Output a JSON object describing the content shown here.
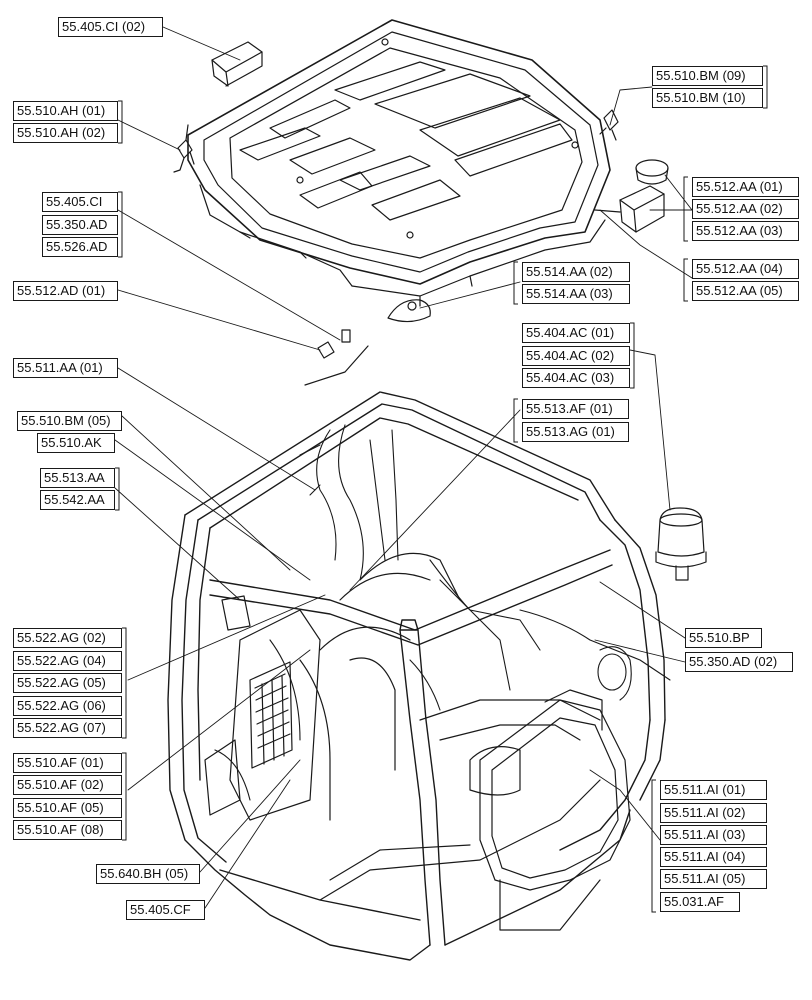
{
  "diagram": {
    "callouts": [
      {
        "id": "c01",
        "label": "55.405.CI (02)"
      },
      {
        "id": "c02",
        "label": "55.510.AH (01)"
      },
      {
        "id": "c03",
        "label": "55.510.AH (02)"
      },
      {
        "id": "c04",
        "label": "55.405.CI"
      },
      {
        "id": "c05",
        "label": "55.350.AD"
      },
      {
        "id": "c06",
        "label": "55.526.AD"
      },
      {
        "id": "c07",
        "label": "55.512.AD (01)"
      },
      {
        "id": "c08",
        "label": "55.511.AA (01)"
      },
      {
        "id": "c09",
        "label": "55.510.BM (05)"
      },
      {
        "id": "c10",
        "label": "55.510.AK"
      },
      {
        "id": "c11",
        "label": "55.513.AA"
      },
      {
        "id": "c12",
        "label": "55.542.AA"
      },
      {
        "id": "c13",
        "label": "55.522.AG (02)"
      },
      {
        "id": "c14",
        "label": "55.522.AG (04)"
      },
      {
        "id": "c15",
        "label": "55.522.AG (05)"
      },
      {
        "id": "c16",
        "label": "55.522.AG (06)"
      },
      {
        "id": "c17",
        "label": "55.522.AG (07)"
      },
      {
        "id": "c18",
        "label": "55.510.AF (01)"
      },
      {
        "id": "c19",
        "label": "55.510.AF (02)"
      },
      {
        "id": "c20",
        "label": "55.510.AF (05)"
      },
      {
        "id": "c21",
        "label": "55.510.AF (08)"
      },
      {
        "id": "c22",
        "label": "55.640.BH (05)"
      },
      {
        "id": "c23",
        "label": "55.405.CF"
      },
      {
        "id": "c24",
        "label": "55.510.BM (09)"
      },
      {
        "id": "c25",
        "label": "55.510.BM (10)"
      },
      {
        "id": "c26",
        "label": "55.512.AA (01)"
      },
      {
        "id": "c27",
        "label": "55.512.AA (02)"
      },
      {
        "id": "c28",
        "label": "55.512.AA (03)"
      },
      {
        "id": "c29",
        "label": "55.512.AA (04)"
      },
      {
        "id": "c30",
        "label": "55.512.AA (05)"
      },
      {
        "id": "c31",
        "label": "55.514.AA (02)"
      },
      {
        "id": "c32",
        "label": "55.514.AA (03)"
      },
      {
        "id": "c33",
        "label": "55.404.AC (01)"
      },
      {
        "id": "c34",
        "label": "55.404.AC (02)"
      },
      {
        "id": "c35",
        "label": "55.404.AC (03)"
      },
      {
        "id": "c36",
        "label": "55.513.AF (01)"
      },
      {
        "id": "c37",
        "label": "55.513.AG (01)"
      },
      {
        "id": "c38",
        "label": "55.510.BP"
      },
      {
        "id": "c39",
        "label": "55.350.AD (02)"
      },
      {
        "id": "c40",
        "label": "55.511.AI (01)"
      },
      {
        "id": "c41",
        "label": "55.511.AI (02)"
      },
      {
        "id": "c42",
        "label": "55.511.AI (03)"
      },
      {
        "id": "c43",
        "label": "55.511.AI (04)"
      },
      {
        "id": "c44",
        "label": "55.511.AI (05)"
      },
      {
        "id": "c45",
        "label": "55.031.AF"
      }
    ]
  }
}
